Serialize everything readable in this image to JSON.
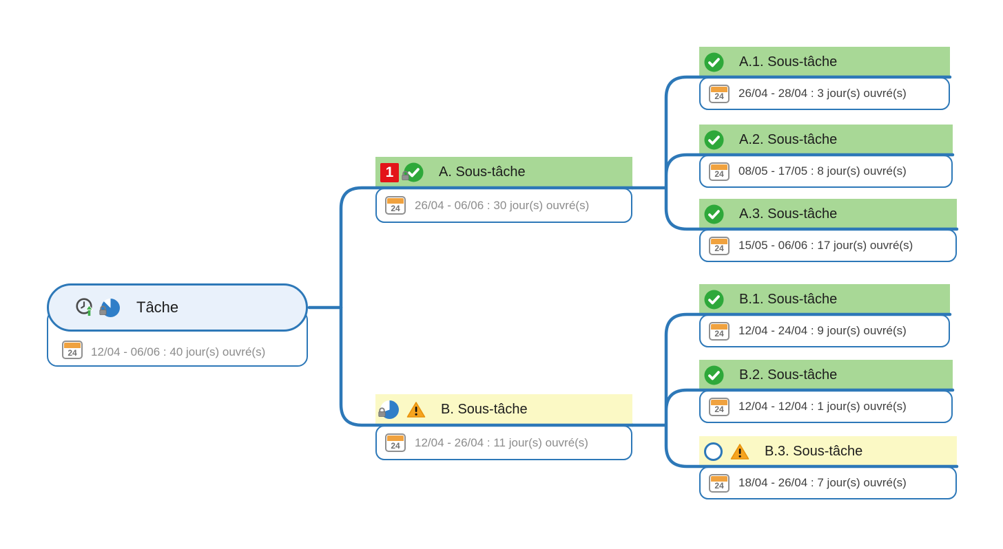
{
  "diagram": {
    "type": "mind-map-gantt",
    "background": "#ffffff",
    "calendar_day": "24",
    "colors": {
      "connector_blue": "#2d78b8",
      "root_fill": "#e9f1fb",
      "completed_header_green": "#a8d896",
      "warning_header_yellow": "#fbf9c5",
      "priority_red": "#e31419",
      "check_green": "#2ea83a",
      "warning_orange": "#f5a623",
      "calendar_orange": "#f0a23f",
      "pie_blue": "#2f7ec8",
      "muted_date_text": "#8c8c8c",
      "dark_date_text": "#3f3f3f"
    },
    "root": {
      "title": "Tâche",
      "date": "12/04 - 06/06 : 40 jour(s) ouvré(s)",
      "icons": [
        "clock-rollup-icon",
        "progress-pie-locked-icon"
      ]
    },
    "branches": [
      {
        "title": "A. Sous-tâche",
        "date": "26/04 - 06/06 : 30 jour(s) ouvré(s)",
        "priority": "1",
        "status": "completed",
        "icons": [
          "priority-badge",
          "completed-locked-icon"
        ],
        "children": [
          {
            "title": "A.1. Sous-tâche",
            "date": "26/04 - 28/04 : 3 jour(s) ouvré(s)",
            "status": "completed",
            "icons": [
              "completed-icon"
            ]
          },
          {
            "title": "A.2. Sous-tâche",
            "date": "08/05 - 17/05 : 8 jour(s) ouvré(s)",
            "status": "completed",
            "icons": [
              "completed-icon"
            ]
          },
          {
            "title": "A.3. Sous-tâche",
            "date": "15/05 - 06/06 : 17 jour(s) ouvré(s)",
            "status": "completed",
            "icons": [
              "completed-icon"
            ]
          }
        ]
      },
      {
        "title": "B. Sous-tâche",
        "date": "12/04 - 26/04 : 11 jour(s) ouvré(s)",
        "status": "in-progress-warning",
        "icons": [
          "progress-pie-locked-icon",
          "warning-icon"
        ],
        "children": [
          {
            "title": "B.1. Sous-tâche",
            "date": "12/04 - 24/04 : 9 jour(s) ouvré(s)",
            "status": "completed",
            "icons": [
              "completed-icon"
            ]
          },
          {
            "title": "B.2. Sous-tâche",
            "date": "12/04 - 12/04 : 1 jour(s) ouvré(s)",
            "status": "completed",
            "icons": [
              "completed-icon"
            ]
          },
          {
            "title": "B.3. Sous-tâche",
            "date": "18/04 - 26/04 : 7 jour(s) ouvré(s)",
            "status": "not-started-warning",
            "icons": [
              "not-started-icon",
              "warning-icon"
            ]
          }
        ]
      }
    ]
  }
}
